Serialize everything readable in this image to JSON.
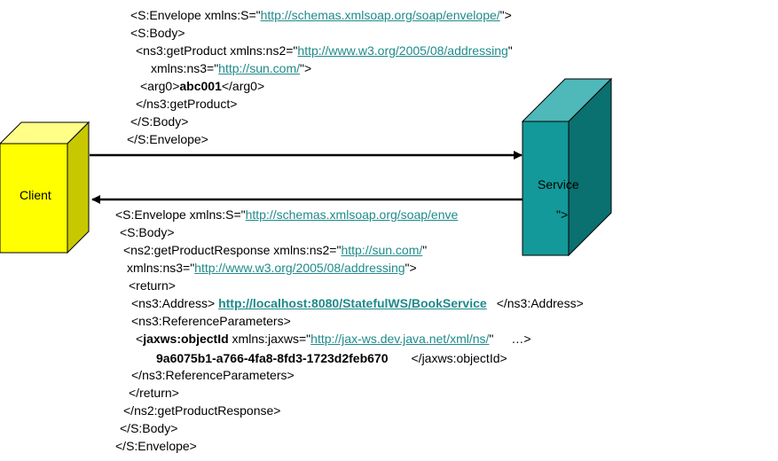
{
  "nodes": {
    "client": {
      "label": "Client",
      "color": "#ffff00"
    },
    "service": {
      "label": "Service",
      "color": "#139999"
    }
  },
  "request": {
    "l1": {
      "a": "<S:Envelope xmlns:S=\"",
      "link": "http://schemas.xmlsoap.org/soap/envelope/",
      "b": "\">"
    },
    "l2": "<S:Body>",
    "l3": {
      "a": "<ns3:getProduct xmlns:ns2=\"",
      "link": "http://www.w3.org/2005/08/addressing",
      "b": "\""
    },
    "l4": {
      "a": "xmlns:ns3=\"",
      "link": "http://sun.com/",
      "b": "\">"
    },
    "l5": {
      "a": "<arg0>",
      "bold": "abc001",
      "b": "</arg0>"
    },
    "l6": "</ns3:getProduct>",
    "l7": "</S:Body>",
    "l8": "</S:Envelope>"
  },
  "response": {
    "l1": {
      "a": "<S:Envelope xmlns:S=\"",
      "link": "http://schemas.xmlsoap.org/soap/enve",
      "b": "\">"
    },
    "l2": "<S:Body>",
    "l3": {
      "a": "<ns2:getProductResponse xmlns:ns2=\"",
      "link": "http://sun.com/",
      "b": "\""
    },
    "l4": {
      "a": "xmlns:ns3=\"",
      "link": "http://www.w3.org/2005/08/addressing",
      "b": "\">"
    },
    "l5": "<return>",
    "l6": {
      "a": "<ns3:Address> ",
      "link": "http://localhost:8080/StatefulWS/BookService",
      "b": "</ns3:Address>"
    },
    "l7": "<ns3:ReferenceParameters>",
    "l8": {
      "a": "<",
      "bold": "jaxws:objectId",
      "c": " xmlns:jaxws=\"",
      "link": "http://jax-ws.dev.java.net/xml/ns/",
      "d": "\"",
      "e": "…>"
    },
    "l9": {
      "bold": "9a6075b1-a766-4fa8-8fd3-1723d2feb670",
      "b": "</jaxws:objectId>"
    },
    "l10": "</ns3:ReferenceParameters>",
    "l11": "</return>",
    "l12": "</ns2:getProductResponse>",
    "l13": "</S:Body>",
    "l14": "</S:Envelope>"
  }
}
